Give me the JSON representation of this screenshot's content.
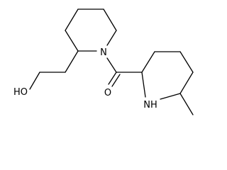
{
  "diagram": {
    "type": "skeletal-structure",
    "atoms": {
      "hydroxyl": "HO",
      "piperidine_nitrogen": "N",
      "carbonyl_oxygen": "O",
      "amine": "NH"
    },
    "colors": {
      "bond": "#000000",
      "label": "#000000",
      "background": "#ffffff"
    }
  }
}
